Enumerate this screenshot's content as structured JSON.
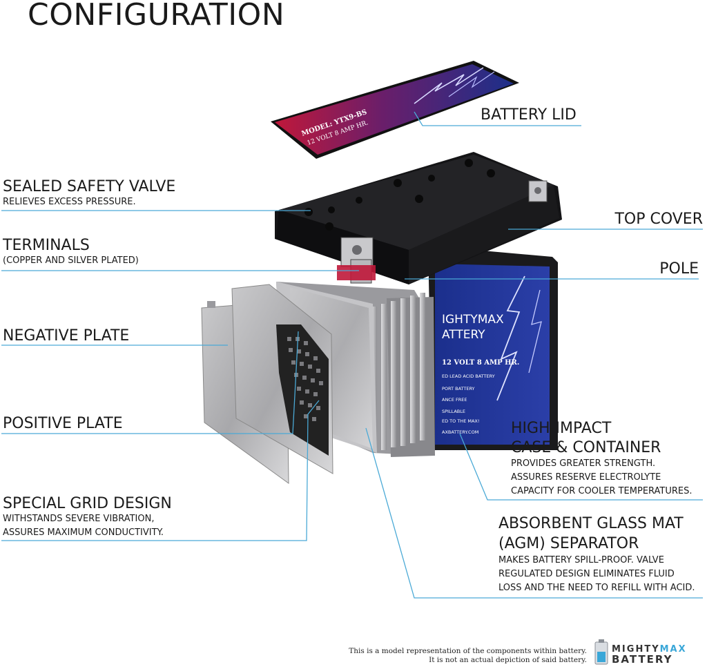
{
  "title": "CONFIGURATION",
  "callouts": {
    "battery_lid": {
      "title": "BATTERY LID"
    },
    "sealed_safety_valve": {
      "title": "SEALED SAFETY VALVE",
      "desc": [
        "RELIEVES EXCESS PRESSURE."
      ]
    },
    "top_cover": {
      "title": "TOP COVER"
    },
    "terminals": {
      "title": "TERMINALS",
      "desc": [
        "(COPPER AND SILVER PLATED)"
      ]
    },
    "pole": {
      "title": "POLE"
    },
    "negative_plate": {
      "title": "NEGATIVE PLATE"
    },
    "positive_plate": {
      "title": "POSITIVE PLATE"
    },
    "high_impact_case": {
      "title": [
        "HIGH-IMPACT",
        "CASE & CONTAINER"
      ],
      "desc": [
        "PROVIDES GREATER STRENGTH.",
        "ASSURES RESERVE ELECTROLYTE",
        "CAPACITY FOR COOLER TEMPERATURES."
      ]
    },
    "special_grid_design": {
      "title": "SPECIAL GRID DESIGN",
      "desc": [
        "WITHSTANDS SEVERE VIBRATION,",
        "ASSURES MAXIMUM CONDUCTIVITY."
      ]
    },
    "agm_separator": {
      "title": [
        "ABSORBENT GLASS MAT",
        "(AGM) SEPARATOR"
      ],
      "desc": [
        "MAKES BATTERY SPILL-PROOF. VALVE",
        "REGULATED DESIGN ELIMINATES FLUID",
        "LOSS AND THE NEED TO REFILL WITH ACID."
      ]
    }
  },
  "lid_label": {
    "model": "MODEL: YTX9-BS",
    "spec": "12 VOLT 8 AMP HR."
  },
  "case_label": {
    "brand": [
      "IGHTYMAX",
      "ATTERY"
    ],
    "spec": "12 VOLT 8 AMP HR.",
    "lines": [
      "ED LEAD ACID BATTERY",
      "PORT BATTERY",
      "ANCE FREE",
      "SPILLABLE",
      "ED TO THE MAX!",
      "AXBATTERY.COM"
    ]
  },
  "footnote": [
    "This is a model representation of the components within battery.",
    "It is not an actual depiction of said battery."
  ],
  "logo": {
    "line1_a": "MIGHTY",
    "line1_b": "MAX",
    "line2": "BATTERY"
  },
  "colors": {
    "leader_line": "#4aa9d6",
    "label_red": "#c0183a",
    "label_blue": "#1c2f8a",
    "battery_body": "#1c1c1e"
  }
}
